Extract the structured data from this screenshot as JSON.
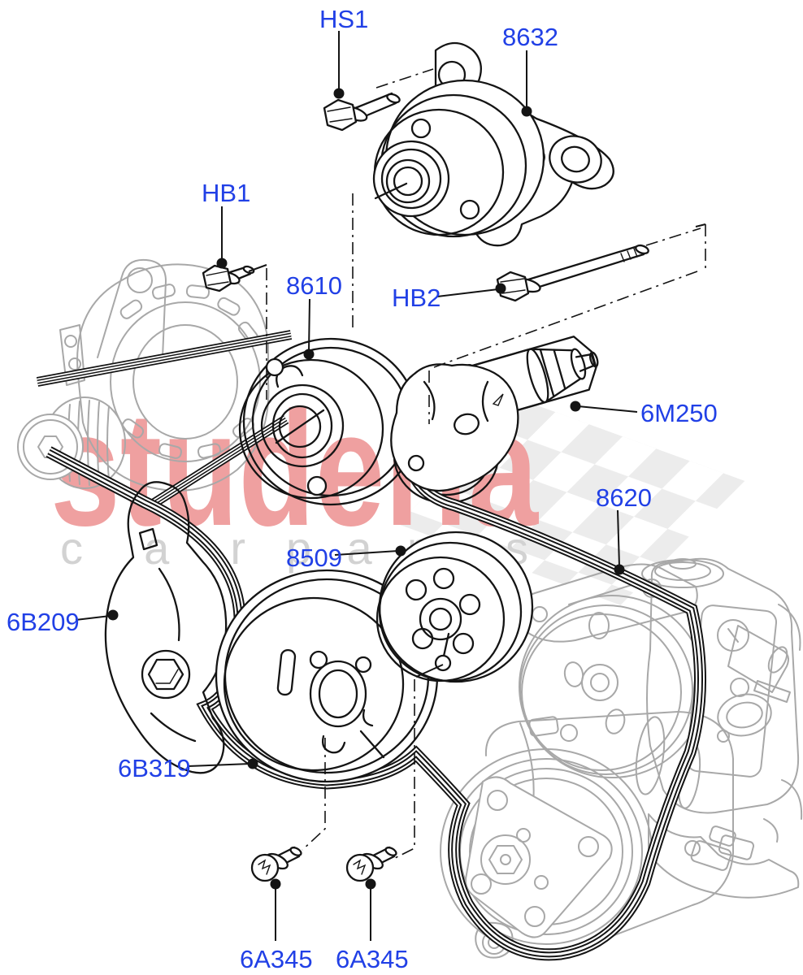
{
  "figure": {
    "type": "exploded-parts-diagram",
    "subject": "pulleys and drive belt",
    "background": "#ffffff"
  },
  "callouts": [
    {
      "id": "HS1",
      "label": "HS1"
    },
    {
      "id": "8632",
      "label": "8632"
    },
    {
      "id": "HB1",
      "label": "HB1"
    },
    {
      "id": "8610",
      "label": "8610"
    },
    {
      "id": "HB2",
      "label": "HB2"
    },
    {
      "id": "6M250",
      "label": "6M250"
    },
    {
      "id": "8620",
      "label": "8620"
    },
    {
      "id": "8509",
      "label": "8509"
    },
    {
      "id": "6B209",
      "label": "6B209"
    },
    {
      "id": "6B319",
      "label": "6B319"
    },
    {
      "id": "6A345-left",
      "label": "6A345"
    },
    {
      "id": "6A345-right",
      "label": "6A345"
    }
  ],
  "watermark": {
    "brand": "studeria",
    "tagline_word1": "car",
    "tagline_word2": "parts"
  },
  "colors": {
    "callout_blue": "#2140e6",
    "line_black": "#141414",
    "reference_gray": "#a8a8a8",
    "watermark_red": "#efa0a0",
    "watermark_gray": "#d2d2d2",
    "checker_gray": "#ececec"
  }
}
